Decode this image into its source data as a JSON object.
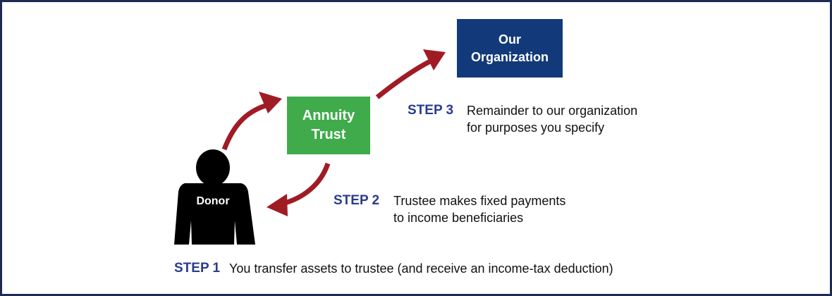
{
  "colors": {
    "border": "#1f2a52",
    "organization_box": "#123a7a",
    "trust_box": "#3fab4a",
    "arrow": "#a01c25",
    "step_label": "#2a3c8c",
    "donor_figure": "#000000"
  },
  "nodes": {
    "organization": "Our\nOrganization",
    "trust": "Annuity\nTrust",
    "donor": "Donor"
  },
  "steps": {
    "step1": {
      "label": "STEP 1",
      "text": "You transfer assets to trustee (and receive an income-tax deduction)"
    },
    "step2": {
      "label": "STEP 2",
      "text": "Trustee makes fixed payments\nto income beneficiaries"
    },
    "step3": {
      "label": "STEP 3",
      "text": "Remainder to our organization\nfor purposes you specify"
    }
  },
  "icons": {
    "donor": "person-silhouette-icon",
    "arrows": "curved-arrow-icon"
  }
}
